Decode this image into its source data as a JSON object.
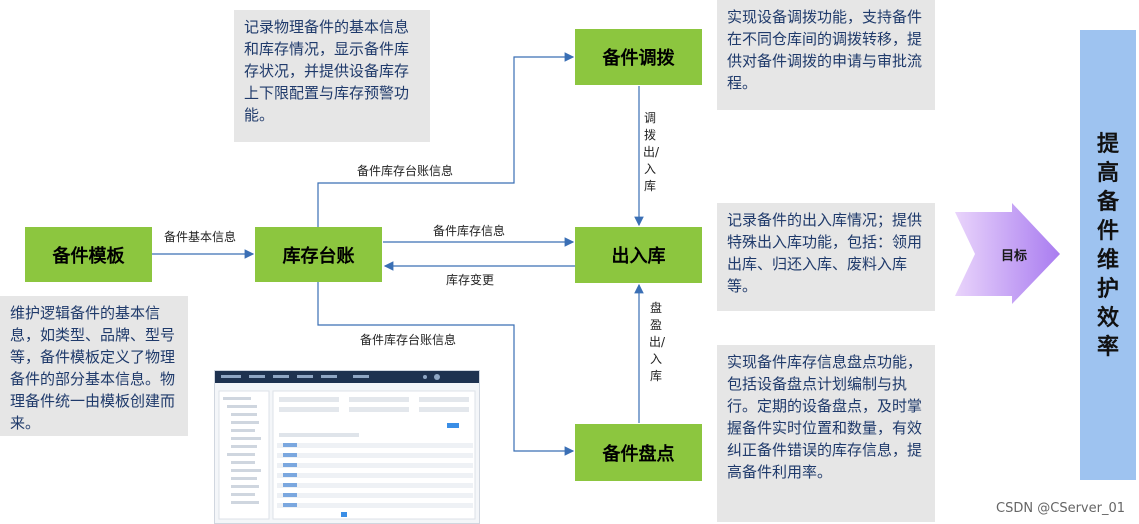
{
  "nodes": {
    "template": "备件模板",
    "ledger": "库存台账",
    "transfer": "备件调拨",
    "inout": "出入库",
    "stocktake": "备件盘点"
  },
  "edges": {
    "template_to_ledger": "备件基本信息",
    "ledger_to_transfer": "备件库存台账信息",
    "ledger_to_inout": "备件库存信息",
    "inout_to_ledger": "库存变更",
    "ledger_to_stocktake": "备件库存台账信息",
    "transfer_to_inout": "调拨出/入库",
    "stocktake_to_inout": "盘盈出/入库"
  },
  "notes": {
    "ledger": "记录物理备件的基本信息和库存情况，显示备件库存状况，并提供设备库存上下限配置与库存预警功能。",
    "transfer": "实现设备调拨功能，支持备件在不同仓库间的调拨转移，提供对备件调拨的申请与审批流程。",
    "inout": "记录备件的出入库情况；提供特殊出入库功能，包括：领用出库、归还入库、废料入库等。",
    "template": "维护逻辑备件的基本信息，如类型、品牌、型号等，备件模板定义了物理备件的部分基本信息。物理备件统一由模板创建而来。",
    "stocktake": "实现备件库存信息盘点功能，包括设备盘点计划编制与执行。定期的设备盘点，及时掌握备件实时位置和数量，有效纠正备件错误的库存信息，提高备件利用率。"
  },
  "goal": {
    "arrow_label": "目标",
    "text": "提高备件维护效率"
  },
  "colors": {
    "node_fill": "#8cc63f",
    "note_fill": "#e6e6e6",
    "note_text": "#1f3a6b",
    "goal_fill": "#9ec3f0",
    "arrow_fill": "#b48cf0",
    "line": "#3a6fb5"
  },
  "watermark": "CSDN @CServer_01"
}
